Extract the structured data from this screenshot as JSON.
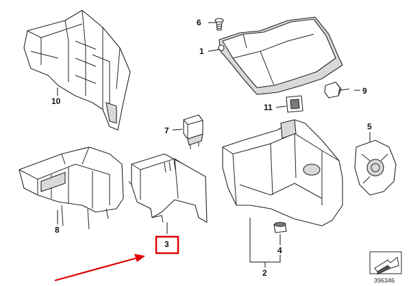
{
  "diagram": {
    "callouts": [
      {
        "id": "1",
        "text": "1"
      },
      {
        "id": "2",
        "text": "2"
      },
      {
        "id": "3",
        "text": "3"
      },
      {
        "id": "4",
        "text": "4"
      },
      {
        "id": "5",
        "text": "5"
      },
      {
        "id": "6",
        "text": "6"
      },
      {
        "id": "7",
        "text": "7"
      },
      {
        "id": "8",
        "text": "8"
      },
      {
        "id": "9",
        "text": "9"
      },
      {
        "id": "10",
        "text": "10"
      },
      {
        "id": "11",
        "text": "11"
      }
    ],
    "highlight": {
      "callout": "3",
      "box_color": "#e00000",
      "arrow_color": "#e00000"
    },
    "catalog_number": "396346",
    "line_color": "#222222"
  }
}
